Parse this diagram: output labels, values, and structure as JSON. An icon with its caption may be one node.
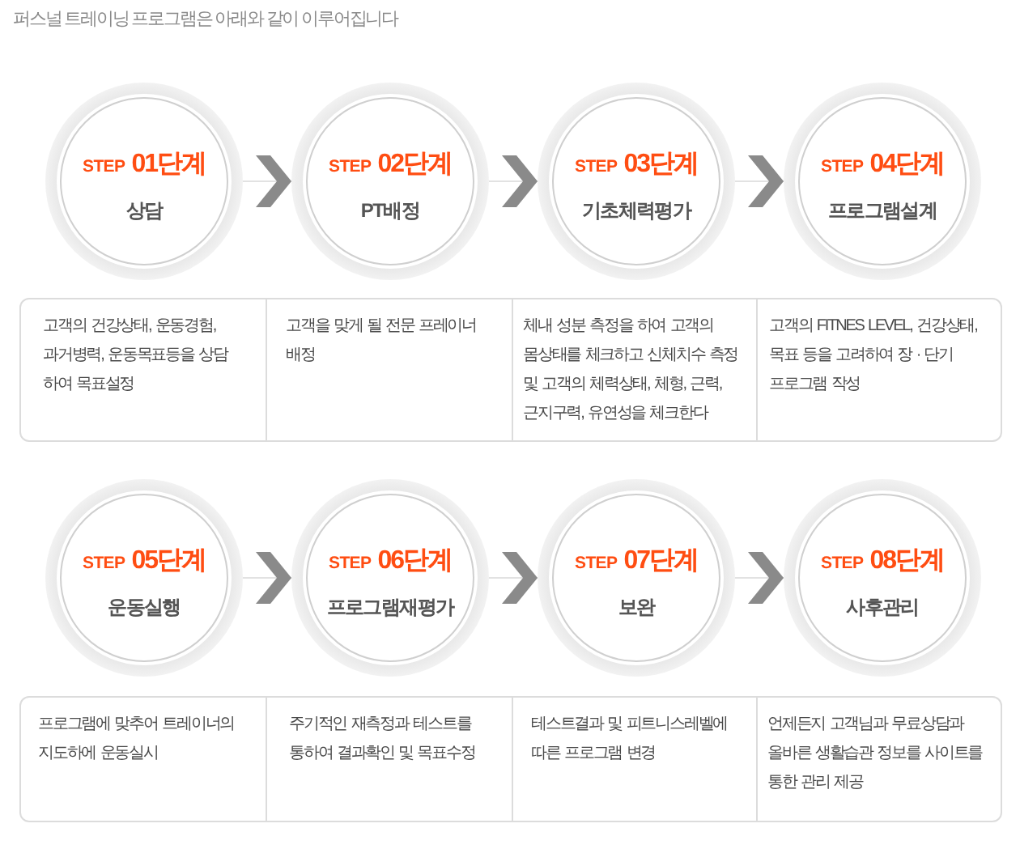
{
  "diagram": {
    "title": "퍼스널 트레이닝 프로그램은 아래와 같이 이루어집니다",
    "nodes": [
      {
        "text": [
          "STEP 01단계",
          "상담"
        ]
      },
      {
        "text": [
          "STEP 02단계",
          "PT배정"
        ]
      },
      {
        "text": [
          "STEP 03단계",
          "기초체력평가"
        ]
      },
      {
        "text": [
          "STEP 04단계",
          "프로그램설계"
        ]
      },
      {
        "text": [
          "고객의 건강상태, 운동경험, 과거병력, 운동목표등을 상담 하여 목표설정"
        ]
      },
      {
        "text": [
          "고객을 맞게 될 전문 프레이너 배정"
        ]
      },
      {
        "text": [
          "체내 성분 측정을 하여 고객의 몸상태를 체크하고 신체치수 측정 및 고객의 체력상태, 체형, 근력, 근지구력, 유연성을 체크한다"
        ]
      },
      {
        "text": [
          "고객의 FITNES LEVEL, 건강상태, 목표 등을 고려하여 장 · 단기 프로그램 작성"
        ]
      },
      {
        "text": [
          "STEP 05단계",
          "운동실행"
        ]
      },
      {
        "text": [
          "STEP 06단계",
          "프로그램재평가"
        ]
      },
      {
        "text": [
          "STEP 07단계",
          "보완"
        ]
      },
      {
        "text": [
          "STEP 08단계",
          "사후관리"
        ]
      },
      {
        "text": [
          "프로그램에 맞추어 트레이너의 지도하에 운동실시"
        ]
      },
      {
        "text": [
          "주기적인 재측정과 테스트를 통하여 결과확인 및 목표수정"
        ]
      },
      {
        "text": [
          "테스트결과 및 피트니스레벨에 따른 프로그램 변경"
        ]
      },
      {
        "text": [
          "언제든지 고객님과 무료상담과 올바른 생활습관 정보를 사이트를 통한 관리 제공"
        ]
      }
    ],
    "edges": [
      {
        "from": 0,
        "to": 1,
        "arrow": "to"
      },
      {
        "from": 1,
        "to": 2,
        "arrow": "to"
      },
      {
        "from": 2,
        "to": 3,
        "arrow": "to"
      },
      {
        "from": 8,
        "to": 9,
        "arrow": "to"
      },
      {
        "from": 9,
        "to": 10,
        "arrow": "to"
      },
      {
        "from": 10,
        "to": 11,
        "arrow": "to"
      }
    ]
  }
}
